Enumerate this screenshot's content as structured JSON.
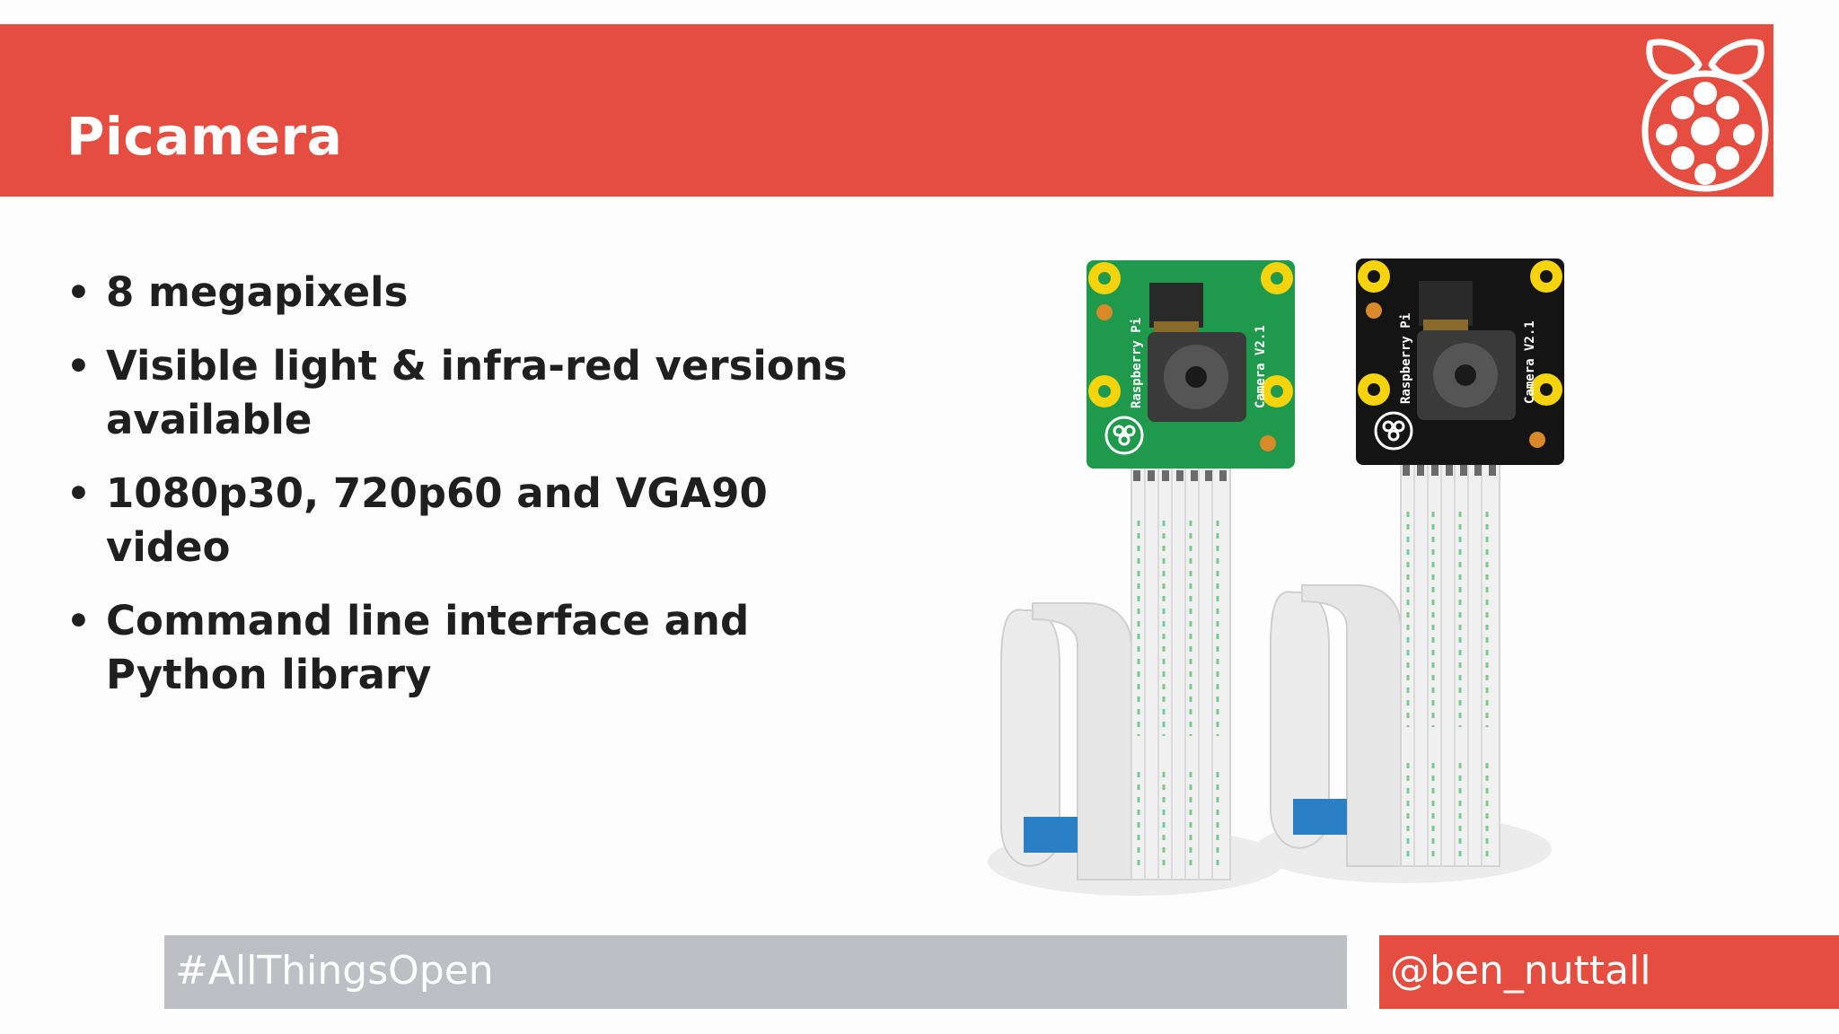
{
  "slide": {
    "title": "Picamera",
    "bullets": [
      {
        "text": "8 megapixels"
      },
      {
        "text": "Visible light & infra-red versions available"
      },
      {
        "text": "1080p30, 720p60 and VGA90 video"
      },
      {
        "text": "Command line interface and Python library"
      }
    ],
    "bullet_marker": "•",
    "footer": {
      "hashtag": "#AllThingsOpen",
      "handle": "@ben_nuttall"
    },
    "logo": {
      "icon": "raspberry-pi-logo-icon"
    },
    "image": {
      "description_icon": "camera-modules-image",
      "board_label_left": "Raspberry Pi",
      "board_label_right": "Camera V2.1"
    }
  },
  "colors": {
    "accent": "#e54d41",
    "footer_gray": "#bdbfc4",
    "text": "#1f1f1f",
    "board_green": "#1f9a4d",
    "board_black": "#141414",
    "ribbon_blue": "#2a7fc5",
    "pad_yellow": "#f5d40e"
  }
}
